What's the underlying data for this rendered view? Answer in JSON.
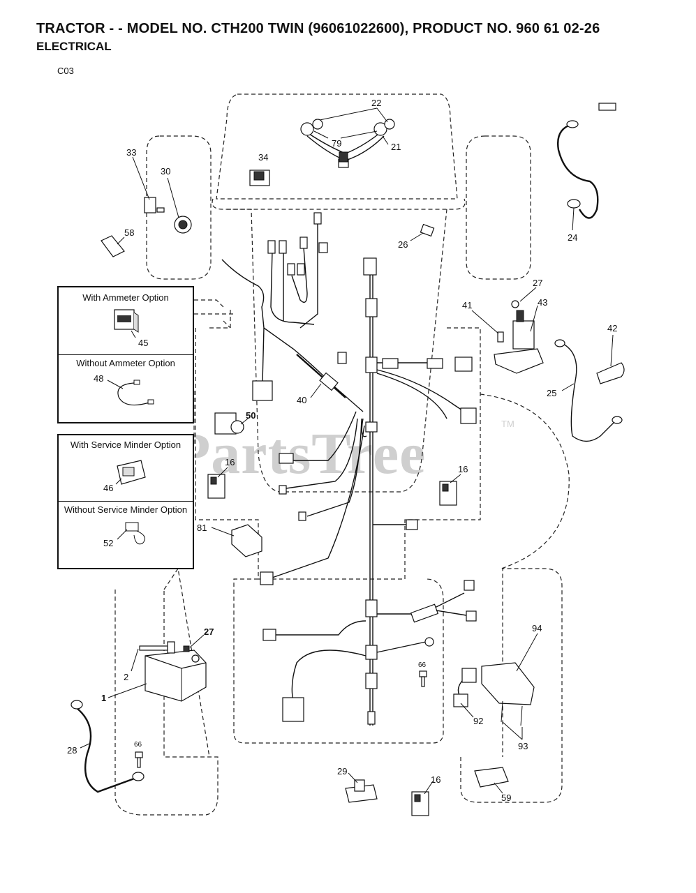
{
  "header": {
    "title": "TRACTOR - - MODEL NO. CTH200 TWIN (96061022600), PRODUCT NO. 960 61 02-26",
    "subtitle": "ELECTRICAL",
    "page_code": "C03"
  },
  "watermark": {
    "text": "PartsTree",
    "tm": "TM"
  },
  "option_boxes": {
    "ammeter": {
      "with_label": "With Ammeter Option",
      "with_part": "45",
      "without_label": "Without Ammeter Option",
      "without_part": "48"
    },
    "service_minder": {
      "with_label": "With Service Minder Option",
      "with_part": "46",
      "without_label": "Without Service Minder Option",
      "without_part": "52"
    }
  },
  "callouts": {
    "p22": "22",
    "p79": "79",
    "p21": "21",
    "p34": "34",
    "p33": "33",
    "p30": "30",
    "p58": "58",
    "p26": "26",
    "p24": "24",
    "p27a": "27",
    "p41": "41",
    "p43": "43",
    "p42": "42",
    "p25": "25",
    "p40": "40",
    "p50": "50",
    "p16a": "16",
    "p16b": "16",
    "p81": "81",
    "p27b": "27",
    "p2": "2",
    "p1": "1",
    "p28": "28",
    "p66a": "66",
    "p66b": "66",
    "p29": "29",
    "p16c": "16",
    "p94": "94",
    "p92": "92",
    "p93": "93",
    "p59": "59"
  }
}
